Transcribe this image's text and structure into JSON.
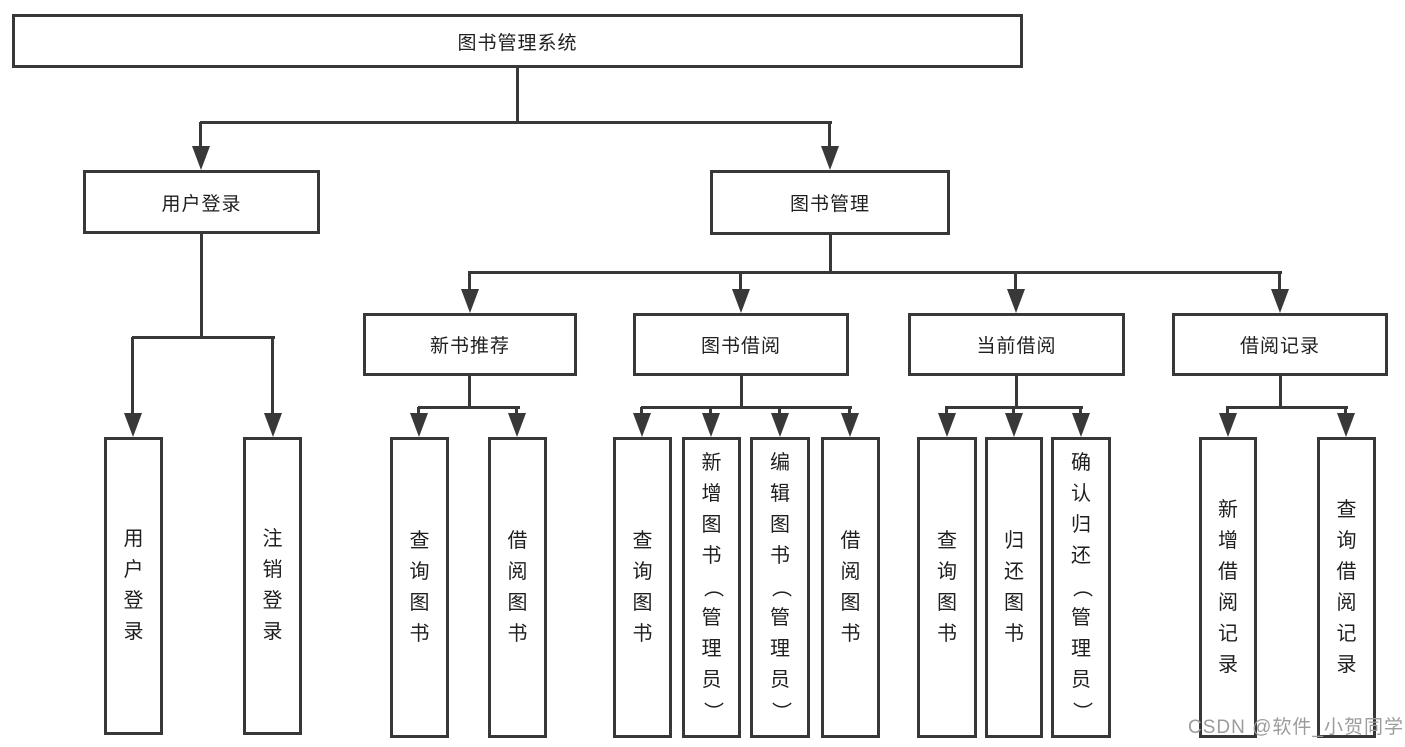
{
  "nodes": {
    "root": "图书管理系统",
    "user_login": "用户登录",
    "book_mgmt": "图书管理",
    "modules": [
      "新书推荐",
      "图书借阅",
      "当前借阅",
      "借阅记录"
    ],
    "user_login_children": [
      "用户登录",
      "注销登录"
    ],
    "new_book_children": [
      "查询图书",
      "借阅图书"
    ],
    "borrow_children": [
      "查询图书",
      "新增图书（管理员）",
      "编辑图书（管理员）",
      "借阅图书"
    ],
    "current_children": [
      "查询图书",
      "归还图书",
      "确认归还（管理员）"
    ],
    "record_children": [
      "新增借阅记录",
      "查询借阅记录"
    ],
    "watermark": "CSDN @软件_小贺同学"
  },
  "colors": {
    "line": "#383838",
    "text": "#1f1f1f",
    "background": "#ffffff",
    "watermark": "#9c9c9c"
  }
}
